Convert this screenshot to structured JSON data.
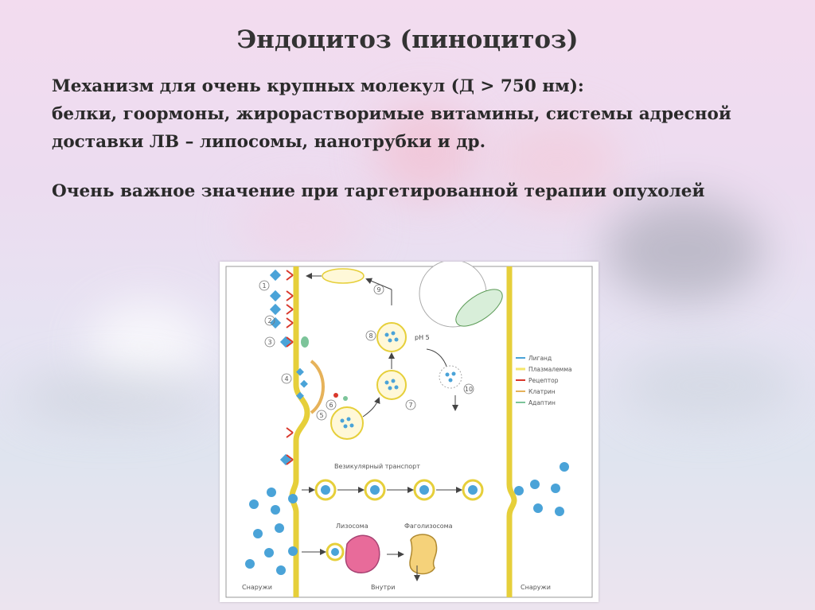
{
  "slide": {
    "title": "Эндоцитоз (пиноцитоз)",
    "line1": "Механизм для очень крупных молекул (Д > 750 нм):",
    "line2": "белки, гоормоны, жирорастворимые витамины, системы адресной",
    "line3": "доставки ЛВ – липосомы, нанотрубки и др.",
    "line4": "Очень важное значение при таргетированной терапии опухолей"
  },
  "diagram": {
    "steps": [
      "1",
      "2",
      "3",
      "4",
      "5",
      "6",
      "7",
      "8",
      "9",
      "10"
    ],
    "ph_label": "pH 5",
    "vesicular_transport": "Везикулярный транспорт",
    "lysosome": "Лизосома",
    "phagolysosome": "Фаголизосома",
    "outside_left": "Снаружи",
    "inside": "Внутри",
    "outside_right": "Снаружи",
    "legend": [
      {
        "label": "Лиганд",
        "color": "#4aa3d8"
      },
      {
        "label": "Плазмалемма",
        "color": "#f5e66a"
      },
      {
        "label": "Рецептор",
        "color": "#d9382c"
      },
      {
        "label": "Клатрин",
        "color": "#e6b25a"
      },
      {
        "label": "Адаптин",
        "color": "#7cc49a"
      }
    ]
  }
}
